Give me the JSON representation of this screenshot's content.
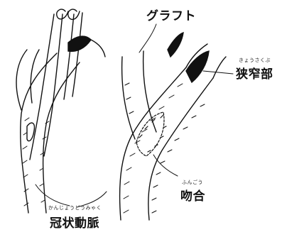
{
  "labels": {
    "graft": "グラフト",
    "stenosis": "狭窄部",
    "stenosis_reading": "きょうさくぶ",
    "anastomosis": "吻合",
    "anastomosis_reading": "ふんごう",
    "coronary_artery": "冠状動脈",
    "coronary_artery_reading": "かんじょうどうみゃく"
  },
  "colors": {
    "ink": "#111111",
    "background": "#ffffff"
  }
}
